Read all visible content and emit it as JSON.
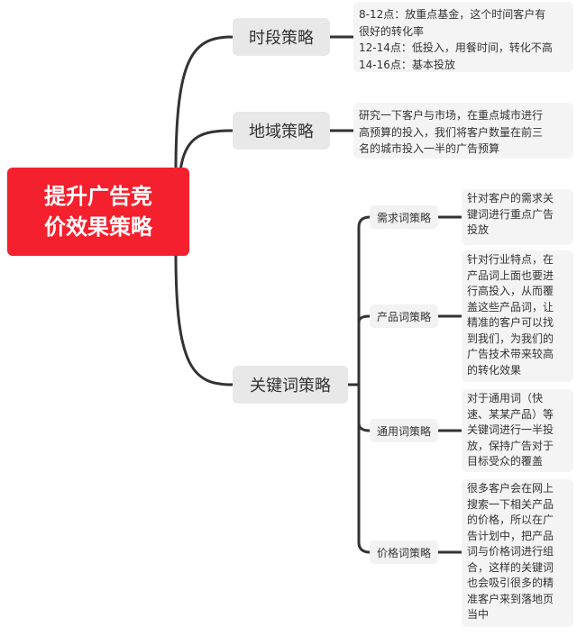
{
  "root": {
    "title_line1": "提升广告竞",
    "title_line2": "价效果策略",
    "color": "#f5202e"
  },
  "branches": [
    {
      "label": "时段策略",
      "note_lines": [
        "8-12点：放重点基金，这个时间客户有",
        "很好的转化率",
        "12-14点：低投入，用餐时间，转化不高",
        "14-16点：基本投放"
      ]
    },
    {
      "label": "地域策略",
      "note_lines": [
        "研究一下客户与市场，在重点城市进行",
        "高预算的投入，我们将客户数量在前三",
        "名的城市投入一半的广告预算"
      ]
    },
    {
      "label": "关键词策略"
    }
  ],
  "keyword_subs": [
    {
      "label": "需求词策略",
      "note_lines": [
        "针对客户的需求关",
        "键词进行重点广告",
        "投放"
      ]
    },
    {
      "label": "产品词策略",
      "note_lines": [
        "针对行业特点，在",
        "产品词上面也要进",
        "行高投入，从而覆",
        "盖这些产品词，让",
        "精准的客户可以找",
        "到我们，为我们的",
        "广告技术带来较高",
        "的转化效果"
      ]
    },
    {
      "label": "通用词策略",
      "note_lines": [
        "对于通用词（快",
        "速、某某产品）等",
        "关键词进行一半投",
        "放，保持广告对于",
        "目标受众的覆盖"
      ]
    },
    {
      "label": "价格词策略",
      "note_lines": [
        "很多客户会在网上",
        "搜索一下相关产品",
        "的价格，所以在广",
        "告计划中，把产品",
        "词与价格词进行组",
        "合，这样的关键词",
        "也会吸引很多的精",
        "准客户来到落地页",
        "当中"
      ]
    }
  ]
}
